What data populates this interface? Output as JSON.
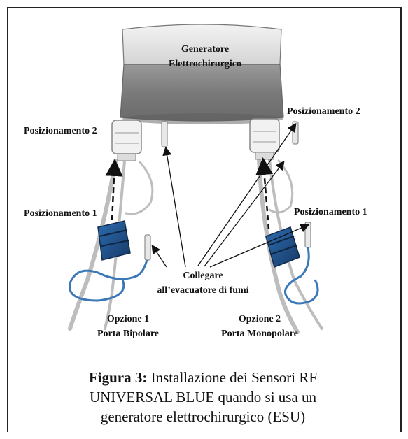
{
  "generator": {
    "line1": "Generatore",
    "line2": "Elettrochirurgico"
  },
  "labels": {
    "pos2_left": "Posizionamento 2",
    "pos2_right": "Posizionamento 2",
    "pos1_left": "Posizionamento 1",
    "pos1_right": "Posizionamento 1",
    "connect_line1": "Collegare",
    "connect_line2": "all’evacuatore di fumi",
    "option1_line1": "Opzione 1",
    "option1_line2": "Porta Bipolare",
    "option2_line1": "Opzione 2",
    "option2_line2": "Porta Monopolare"
  },
  "caption": {
    "figure_label": "Figura 3:",
    "text_line1": " Installazione dei Sensori RF",
    "text_line2": "UNIVERSAL BLUE quando si usa un",
    "text_line3": "generatore elettrochirurgico (ESU)"
  },
  "colors": {
    "sensor_blue": "#1e4f86",
    "generator_gray": "#8c8c8c",
    "cable_gray": "#b5b5b5"
  }
}
